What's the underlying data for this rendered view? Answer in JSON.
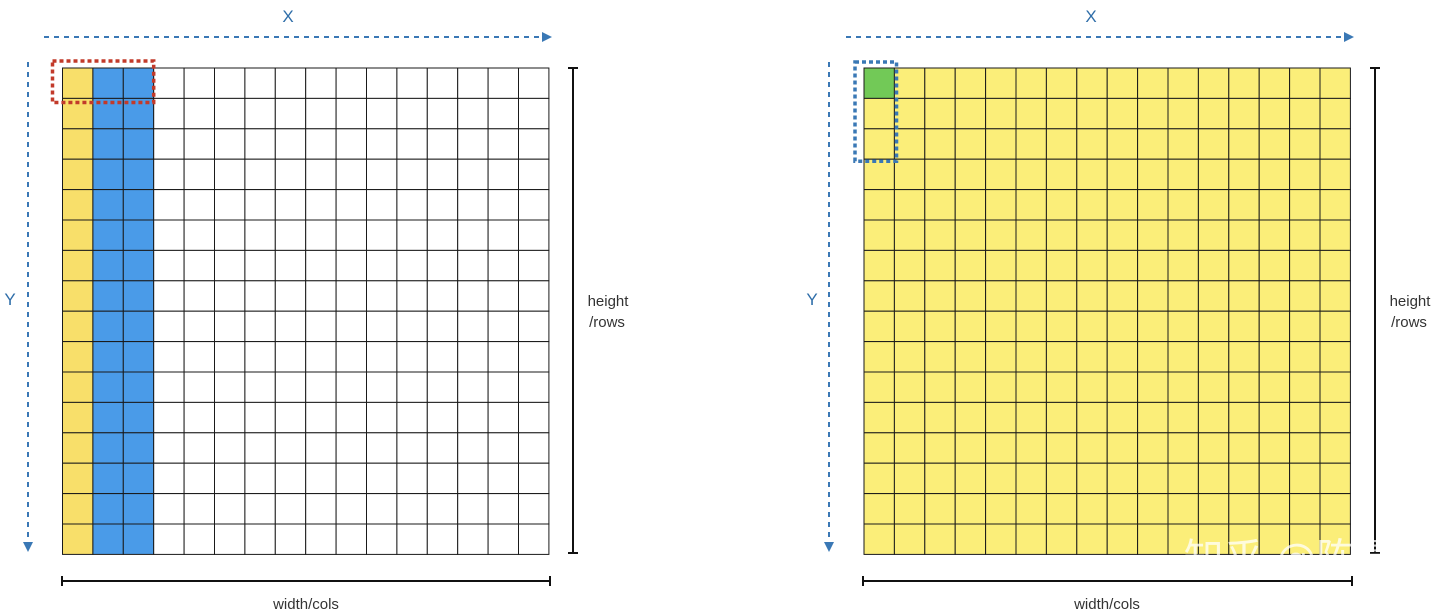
{
  "colors": {
    "axis_arrow": "#3a78b5",
    "grid_line": "#1a1a1a",
    "column_yellow": "#f8df6a",
    "column_blue": "#4a9be8",
    "fill_yellow": "#fbee79",
    "cell_green": "#72c957",
    "highlight_red": "#c23a2a",
    "highlight_blue": "#3a78b5"
  },
  "grid": {
    "rows": 16,
    "cols": 16
  },
  "left_panel": {
    "x_label": "X",
    "y_label": "Y",
    "height_label_line1": "height",
    "height_label_line2": "/rows",
    "width_label": "width/cols",
    "yellow_columns": [
      0
    ],
    "blue_columns": [
      1,
      2
    ],
    "highlight": {
      "color_key": "highlight_red",
      "cols": 3,
      "rows": 1.3
    }
  },
  "right_panel": {
    "x_label": "X",
    "y_label": "Y",
    "height_label_line1": "height",
    "height_label_line2": "/rows",
    "width_label": "width/cols",
    "green_cell": {
      "row": 0,
      "col": 0
    },
    "highlight": {
      "color_key": "highlight_blue",
      "cols": 1.3,
      "rows": 3
    }
  },
  "watermark": "知乎 @陈晨"
}
